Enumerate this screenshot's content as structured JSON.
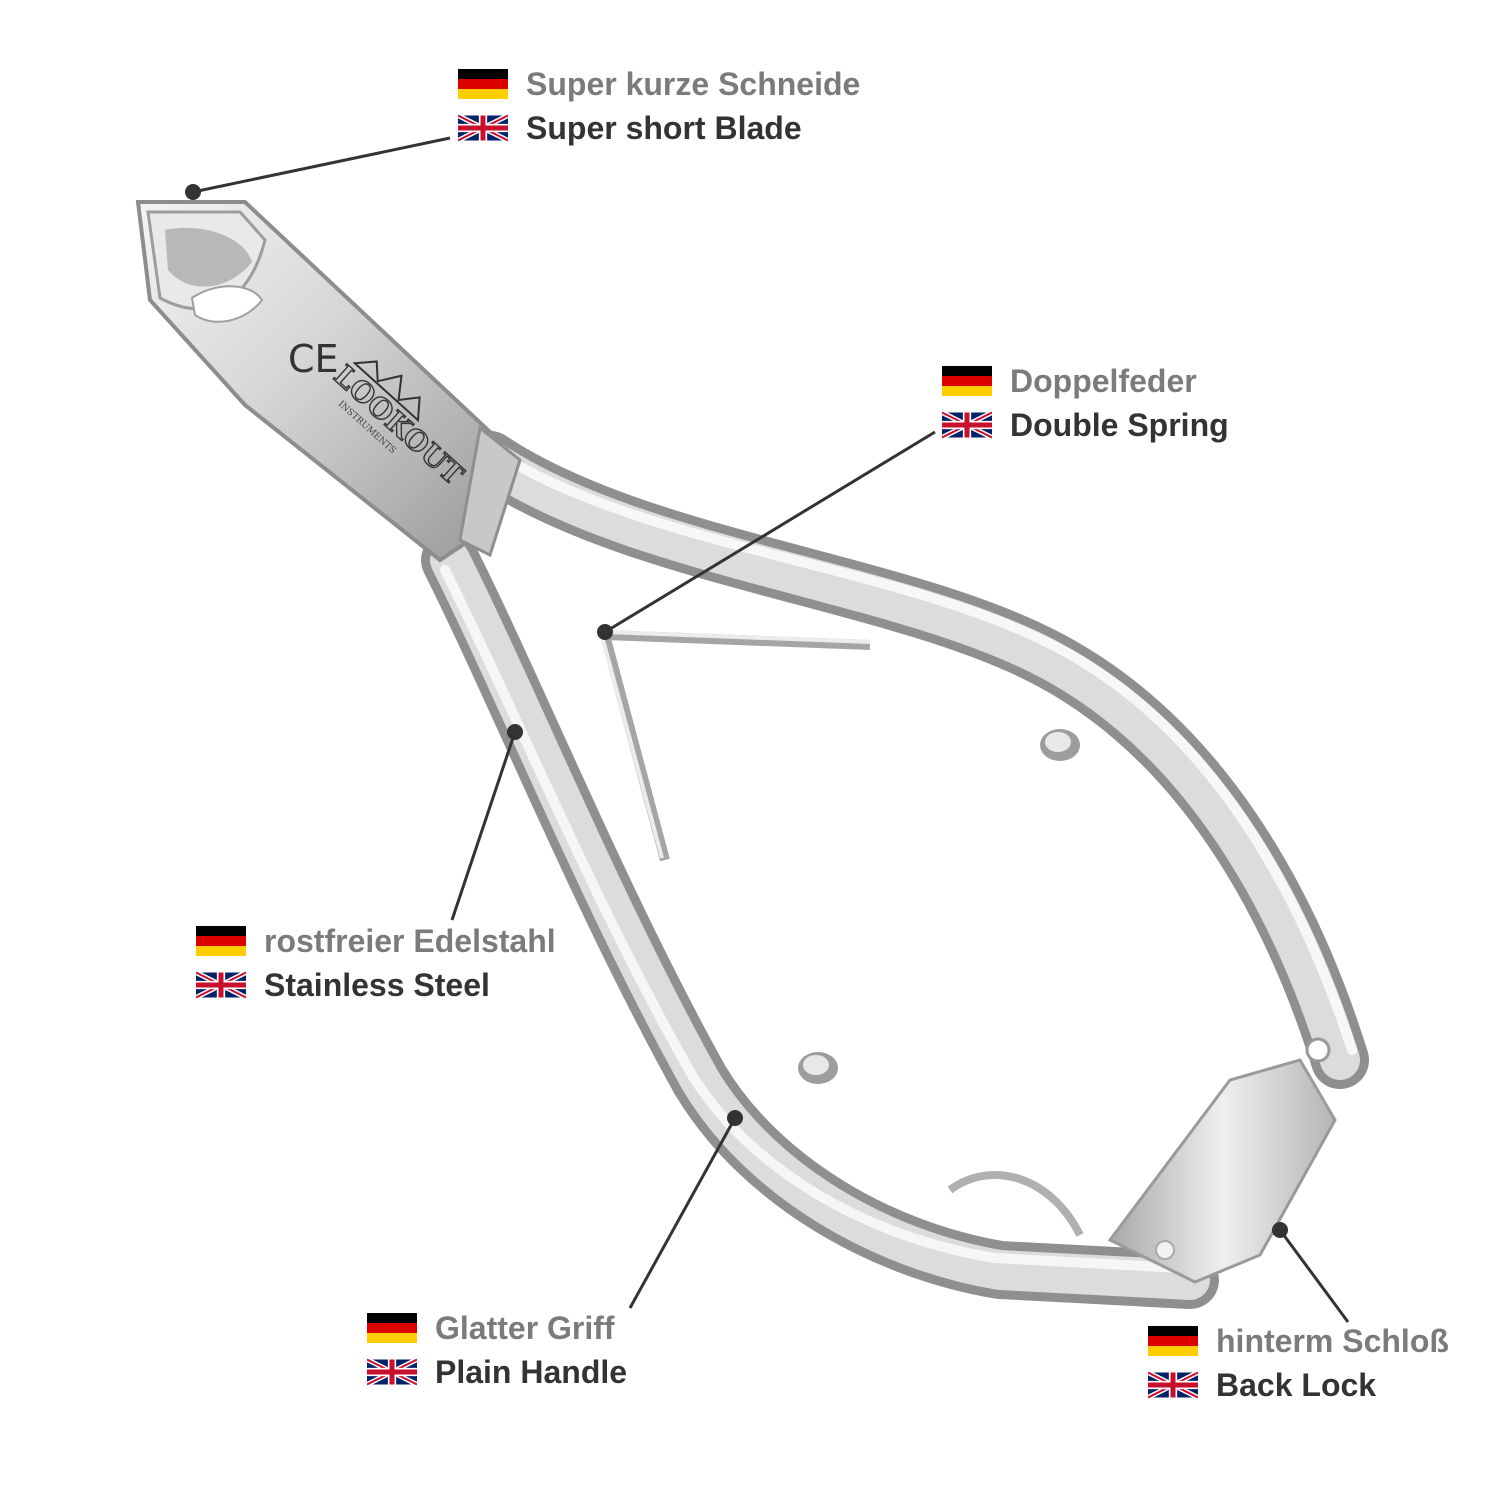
{
  "colors": {
    "de_label": "#7b7b7b",
    "en_label": "#333333",
    "leader_line": "#333333",
    "steel_light": "#f2f2f2",
    "steel_mid": "#c9c9c9",
    "steel_dark": "#8f8f8f",
    "de_flag": [
      "#000000",
      "#dd0000",
      "#ffce00"
    ],
    "uk_flag": [
      "#012169",
      "#ffffff",
      "#c8102e"
    ]
  },
  "product": {
    "ce_mark": "CE",
    "brand_logo_text": "LOOKOUT",
    "brand_logo_subtext": "INSTRUMENTS"
  },
  "callouts": {
    "blade": {
      "de": "Super kurze Schneide",
      "en": "Super short Blade"
    },
    "spring": {
      "de": "Doppelfeder",
      "en": "Double Spring"
    },
    "steel": {
      "de": "rostfreier Edelstahl",
      "en": "Stainless Steel"
    },
    "handle": {
      "de": "Glatter Griff",
      "en": "Plain Handle"
    },
    "lock": {
      "de": "hinterm Schloß",
      "en": "Back Lock"
    }
  }
}
